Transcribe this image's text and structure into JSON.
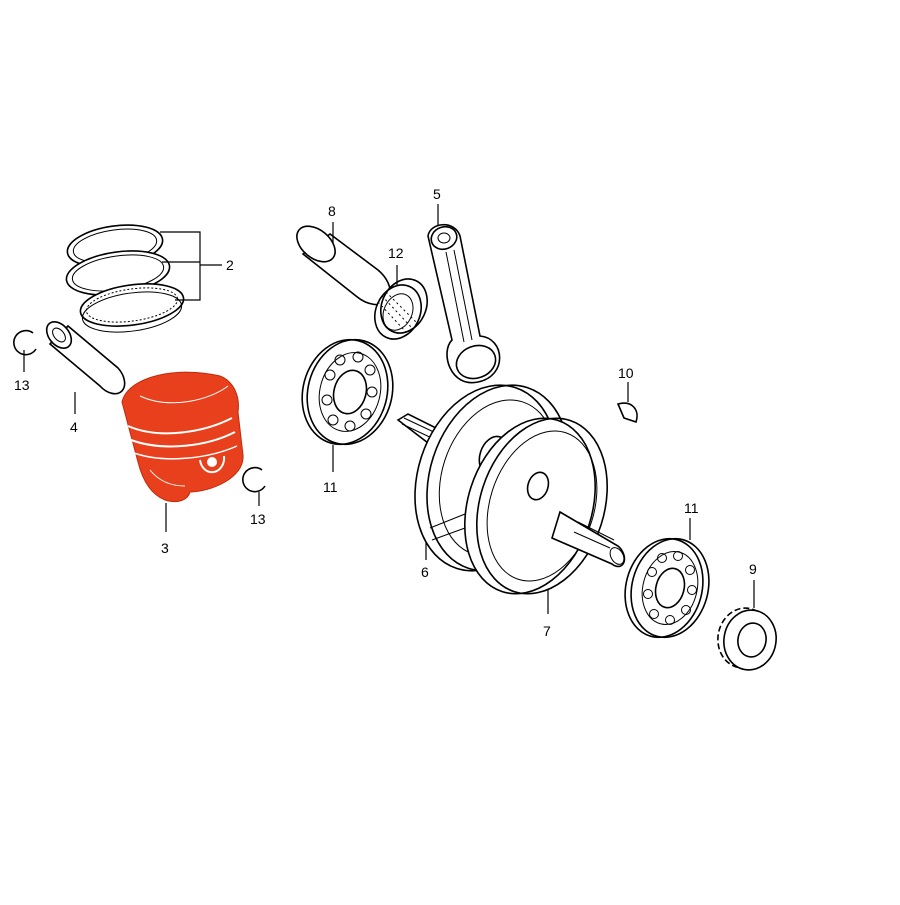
{
  "highlight_color": "#e8401c",
  "callouts": [
    {
      "id": "ring-set",
      "label": "2"
    },
    {
      "id": "piston",
      "label": "3"
    },
    {
      "id": "piston-pin",
      "label": "4"
    },
    {
      "id": "connecting-rod",
      "label": "5"
    },
    {
      "id": "flywheel-left",
      "label": "6"
    },
    {
      "id": "flywheel-right",
      "label": "7"
    },
    {
      "id": "crank-pin",
      "label": "8"
    },
    {
      "id": "timing-sprocket",
      "label": "9"
    },
    {
      "id": "woodruff-key",
      "label": "10"
    },
    {
      "id": "bearing-left",
      "label": "11"
    },
    {
      "id": "bearing-right",
      "label": "11"
    },
    {
      "id": "needle-bearing",
      "label": "12"
    },
    {
      "id": "circlip-left",
      "label": "13"
    },
    {
      "id": "circlip-right",
      "label": "13"
    }
  ]
}
